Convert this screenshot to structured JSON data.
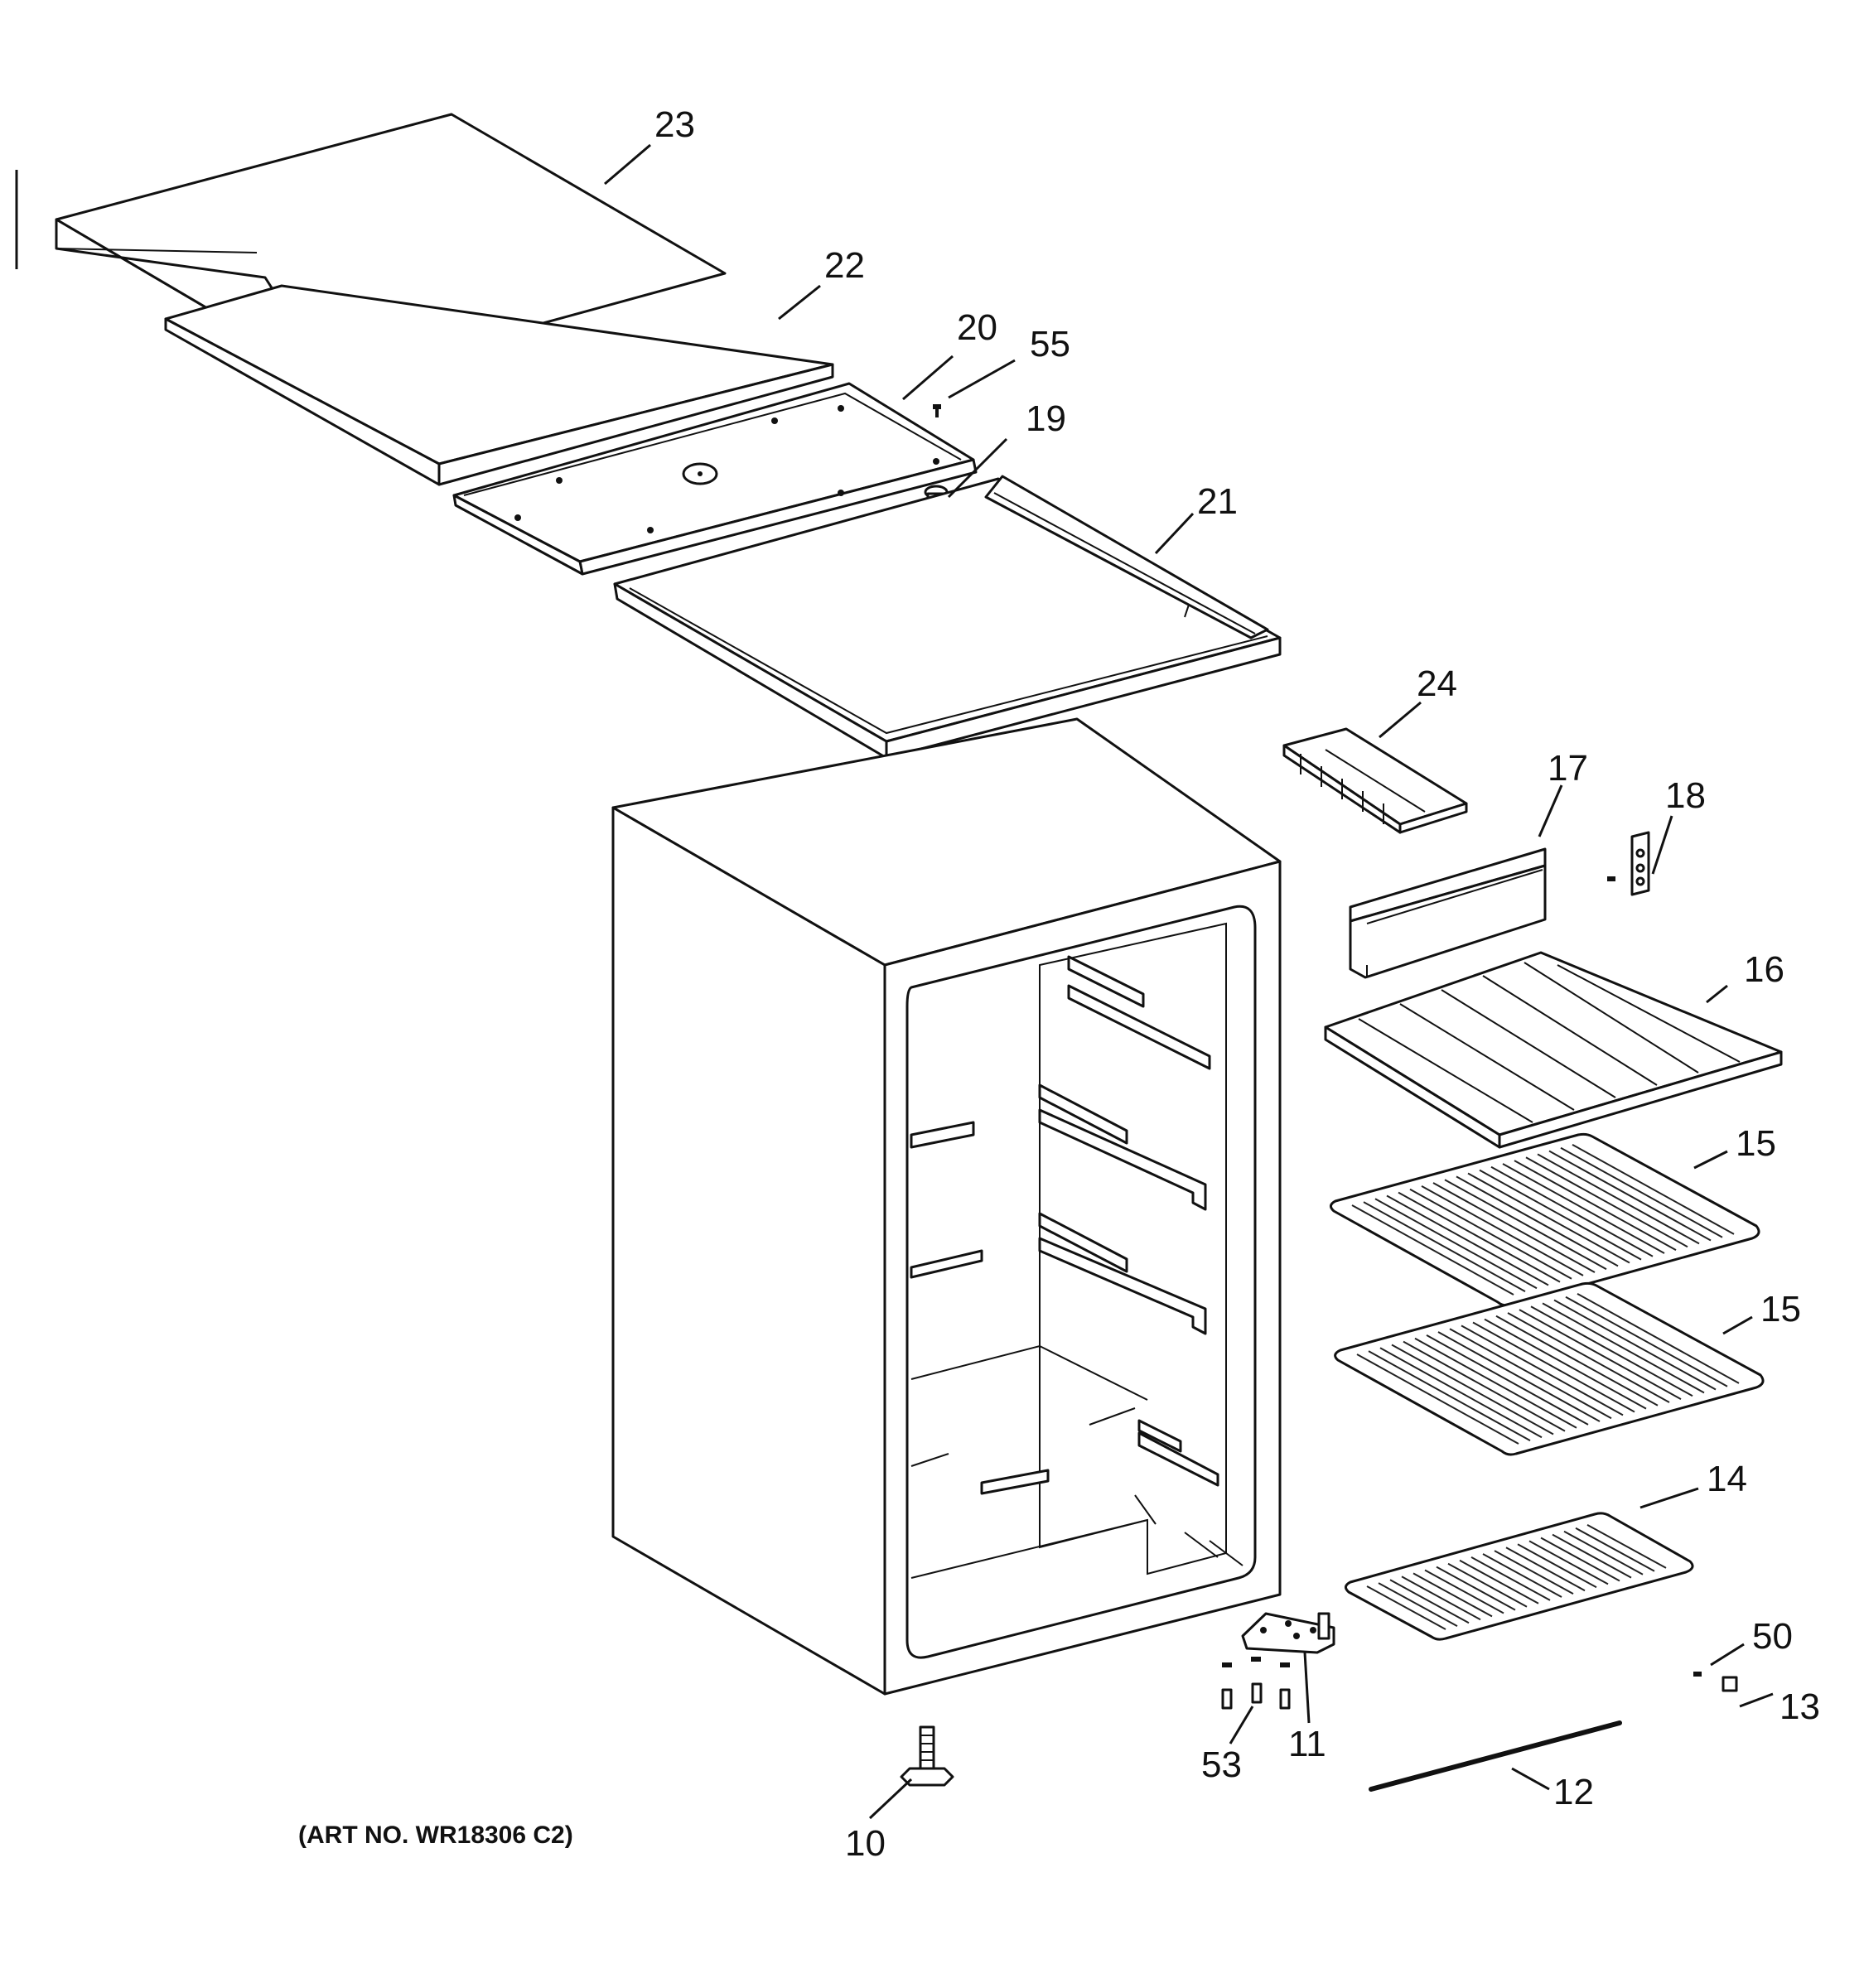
{
  "diagram": {
    "art_number": "(ART NO. WR18306 C2)",
    "callouts": {
      "c23": "23",
      "c22": "22",
      "c20": "20",
      "c55": "55",
      "c19": "19",
      "c21": "21",
      "c24": "24",
      "c17": "17",
      "c18": "18",
      "c16": "16",
      "c15a": "15",
      "c15b": "15",
      "c14": "14",
      "c50": "50",
      "c13": "13",
      "c11": "11",
      "c53": "53",
      "c12": "12",
      "c10": "10"
    }
  }
}
